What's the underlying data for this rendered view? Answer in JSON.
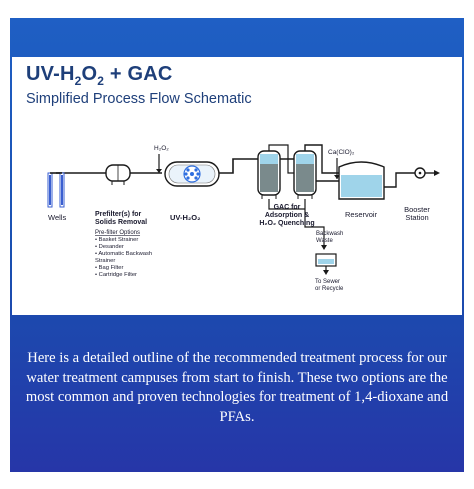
{
  "schematic": {
    "title_main": "UV-H",
    "title_sub2a": "2",
    "title_o": "O",
    "title_sub2b": "2",
    "title_rest": " + GAC",
    "subtitle": "Simplified Process Flow Schematic",
    "h2o2_input": "H₂O₂",
    "caclo_input": "Ca(ClO)₂",
    "labels": {
      "wells": "Wells",
      "prefilter_line1": "Prefilter(s) for",
      "prefilter_line2": "Solids Removal",
      "uv": "UV-H₂O₂",
      "gac_line1": "GAC for",
      "gac_line2": "Adsorption &",
      "gac_line3": "H₂O₂ Quenching",
      "reservoir": "Reservoir",
      "booster_line1": "Booster",
      "booster_line2": "Station",
      "backwash_line1": "Backwash",
      "backwash_line2": "Waste",
      "sewer_line1": "To Sewer",
      "sewer_line2": "or Recycle"
    },
    "prefilter_options_title": "Pre-filter Options",
    "prefilter_options": [
      "• Basket Strainer",
      "• Desander",
      "• Automatic Backwash",
      "   Strainer",
      "• Bag Filter",
      "• Cartridge Filter"
    ],
    "colors": {
      "pipe": "#1a1a1a",
      "well": "#3a5fd0",
      "uv_lamp": "#2f6fe0",
      "gac_media": "#7a8a8c",
      "water": "#9fd4ea",
      "title": "#1e3f7a"
    }
  },
  "caption": "Here is a detailed outline of the recommended treatment process for our water treatment campuses from start to finish. These two options are the most common and proven technologies for treatment of 1,4-dioxane and PFAs."
}
